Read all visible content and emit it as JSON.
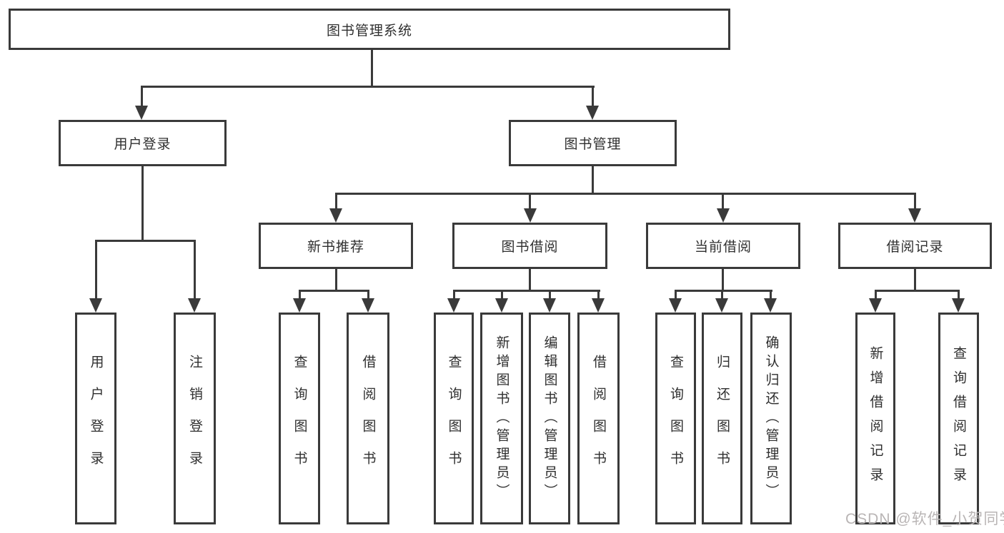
{
  "tree": {
    "label": "图书管理系统",
    "children": [
      {
        "label": "用户登录",
        "children": [
          {
            "label": "用户登录"
          },
          {
            "label": "注销登录"
          }
        ]
      },
      {
        "label": "图书管理",
        "children": [
          {
            "label": "新书推荐",
            "children": [
              {
                "label": "查询图书"
              },
              {
                "label": "借阅图书"
              }
            ]
          },
          {
            "label": "图书借阅",
            "children": [
              {
                "label": "查询图书"
              },
              {
                "label": "新增图书（管理员）"
              },
              {
                "label": "编辑图书（管理员）"
              },
              {
                "label": "借阅图书"
              }
            ]
          },
          {
            "label": "当前借阅",
            "children": [
              {
                "label": "查询图书"
              },
              {
                "label": "归还图书"
              },
              {
                "label": "确认归还（管理员）"
              }
            ]
          },
          {
            "label": "借阅记录",
            "children": [
              {
                "label": "新增借阅记录"
              },
              {
                "label": "查询借阅记录"
              }
            ]
          }
        ]
      }
    ]
  },
  "watermark": {
    "text": "CSDN @软件_小贺同学"
  },
  "colors": {
    "line": "#3a3a3a",
    "text": "#2f2f2f",
    "background": "#ffffff",
    "watermark": "#b9b5b5"
  }
}
